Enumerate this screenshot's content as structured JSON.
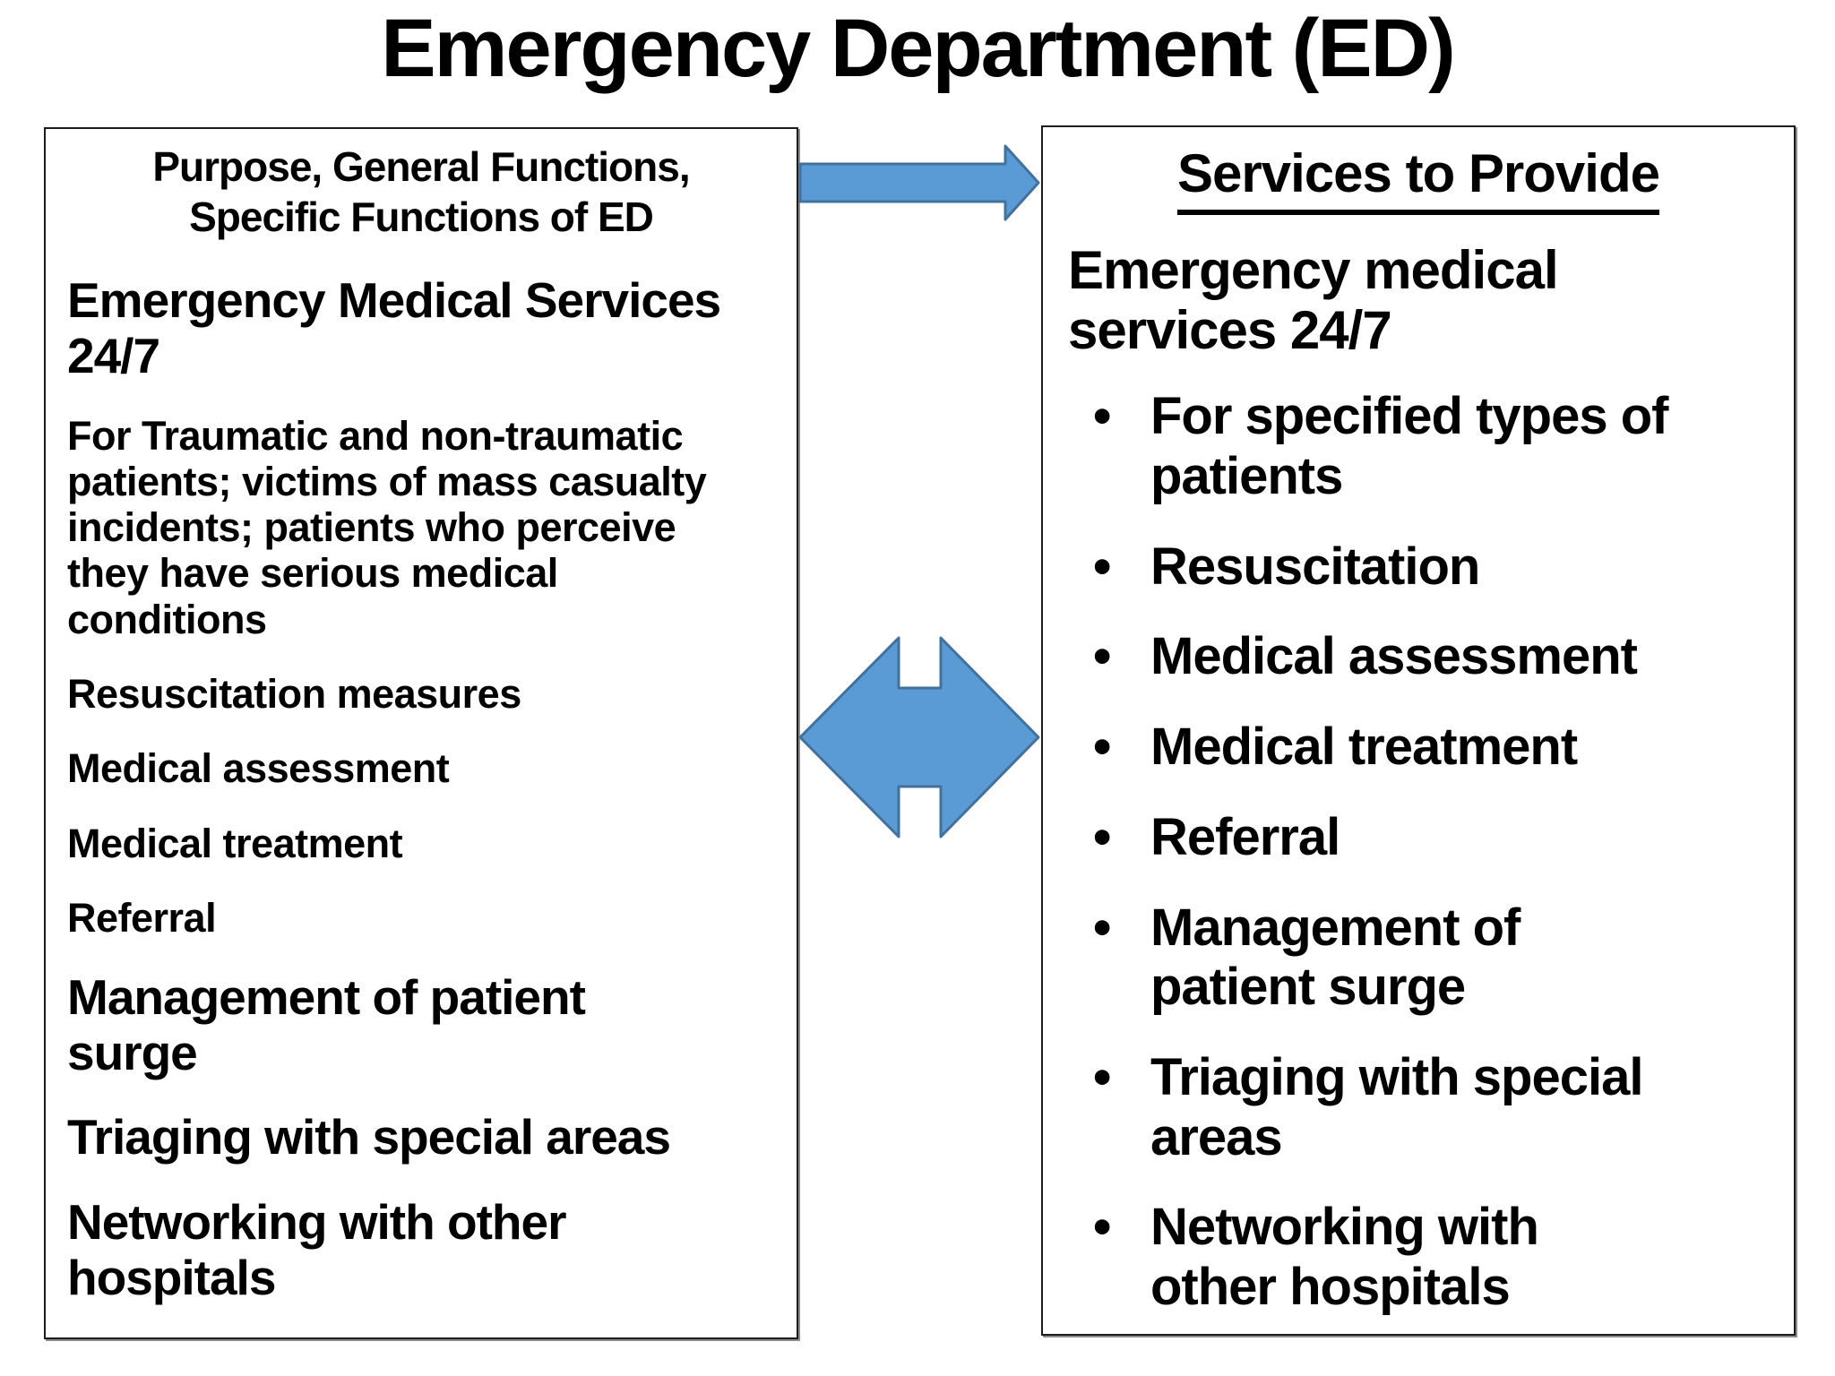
{
  "title": "Emergency Department (ED)",
  "colors": {
    "arrow_fill": "#5B9BD5",
    "arrow_stroke": "#41719C",
    "border": "#1c1c1c",
    "text": "#000000",
    "background": "#ffffff"
  },
  "icons": {
    "top_arrow": "right-arrow-icon",
    "middle_arrow": "left-right-double-arrow-icon"
  },
  "left_panel": {
    "header": "Purpose, General Functions,\nSpecific Functions of ED",
    "items": [
      "Emergency Medical Services\n24/7",
      "For Traumatic and non-traumatic\npatients; victims of mass casualty\nincidents; patients who perceive\nthey have serious medical\nconditions",
      "Resuscitation measures",
      "Medical assessment",
      "Medical treatment",
      "Referral",
      "Management of patient\nsurge",
      "Triaging with special areas",
      "Networking with other\nhospitals"
    ]
  },
  "right_panel": {
    "header": "Services to Provide",
    "subheader": "Emergency medical\nservices 24/7",
    "bullet_glyph": "•",
    "bullets": [
      "For specified types of\npatients",
      "Resuscitation",
      "Medical assessment",
      "Medical treatment",
      "Referral",
      "Management of\npatient surge",
      "Triaging with special\nareas",
      "Networking with\nother hospitals"
    ]
  }
}
